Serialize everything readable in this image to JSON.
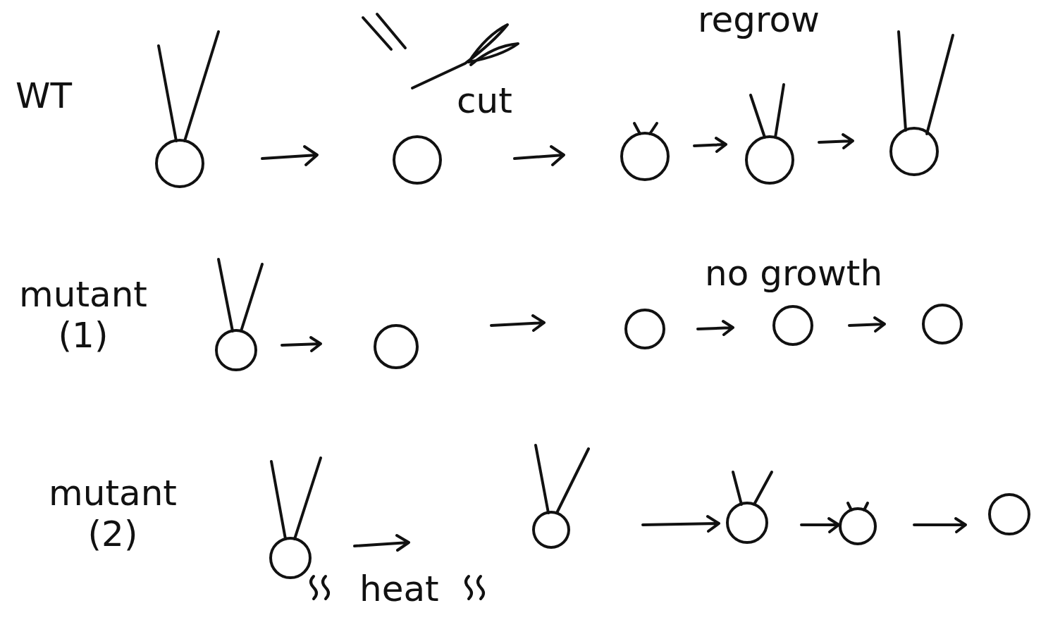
{
  "diagram": {
    "labels": [
      "WT",
      "cut",
      "regrow",
      "mutant (1)",
      "no growth",
      "mutant (2)",
      "heat"
    ]
  }
}
